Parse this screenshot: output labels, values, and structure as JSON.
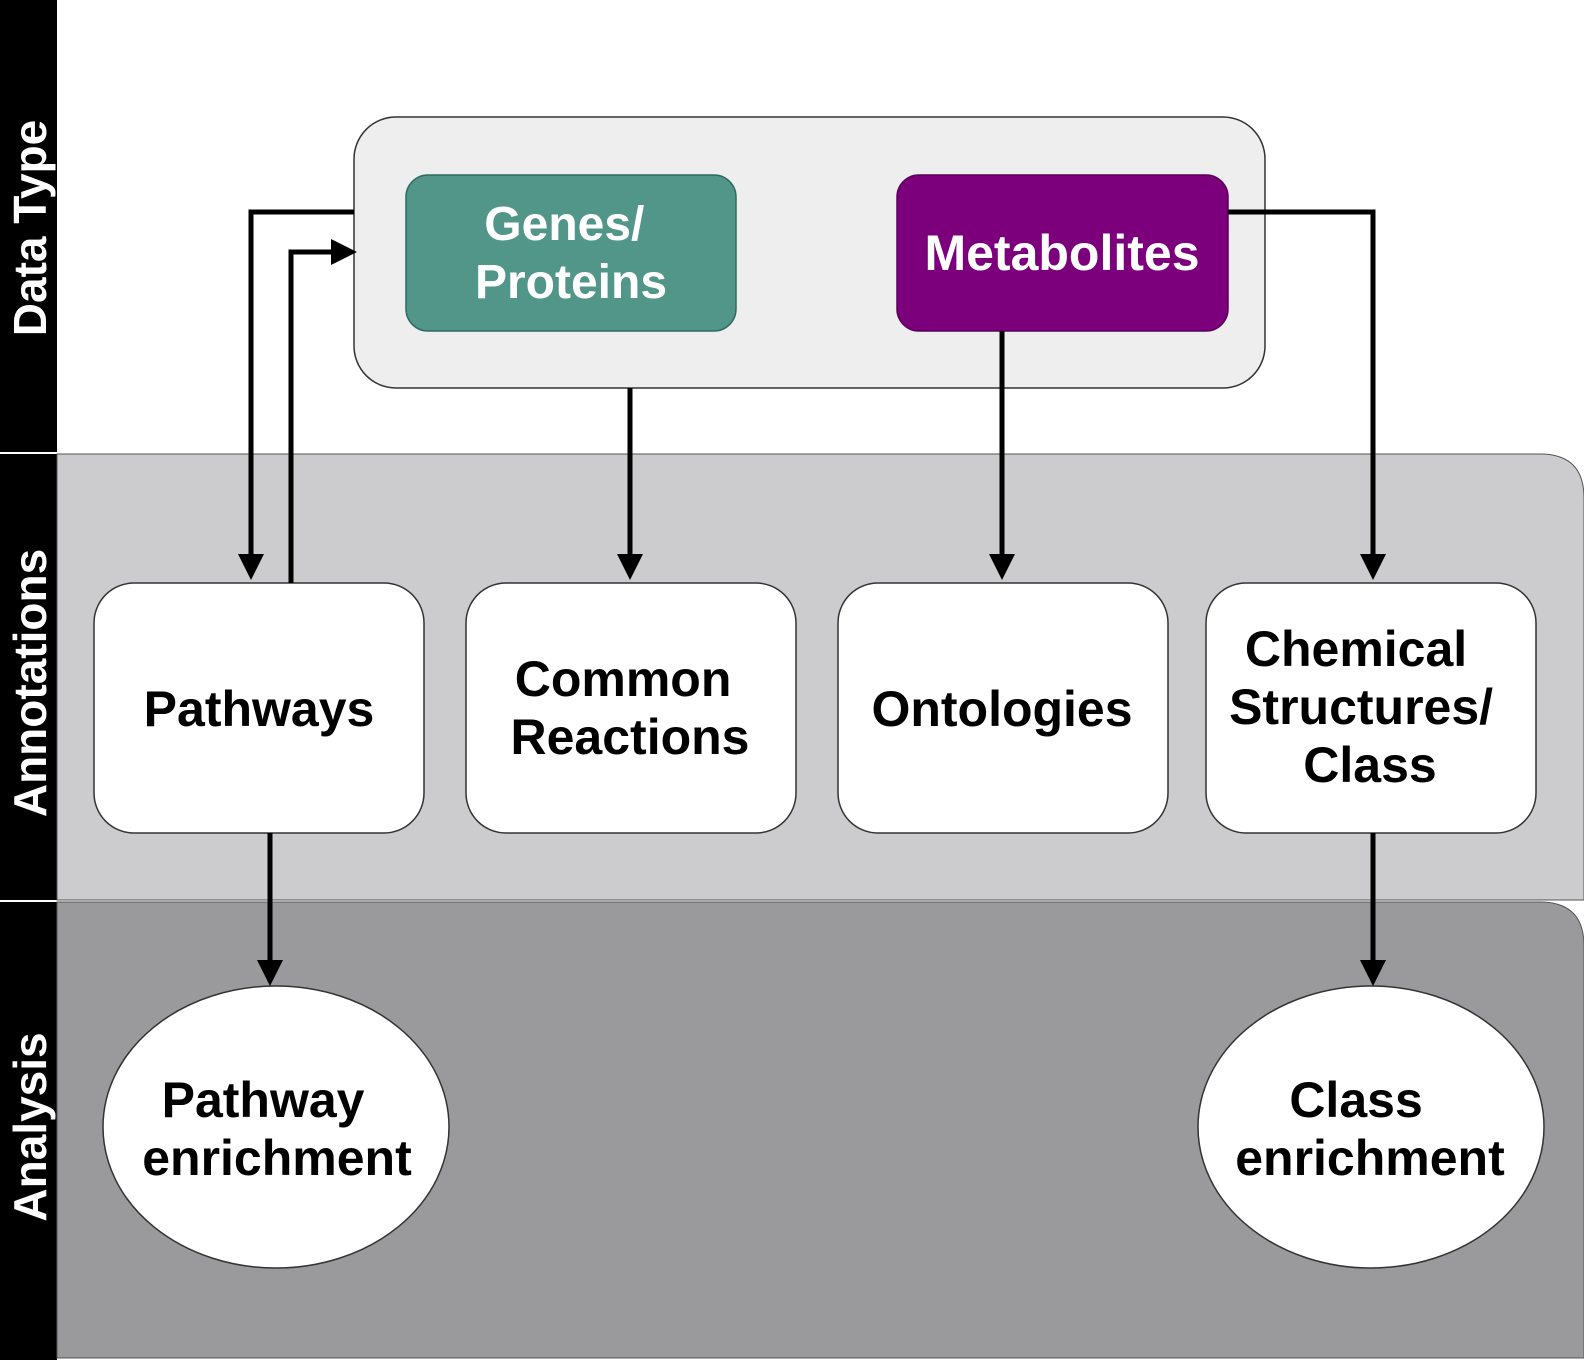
{
  "lanes": [
    {
      "label": "Data Type"
    },
    {
      "label": "Annotations"
    },
    {
      "label": "Analysis"
    }
  ],
  "data_types": {
    "genes": {
      "label_lines": [
        "Genes/",
        "Proteins"
      ],
      "color": "#52968a"
    },
    "metabolites": {
      "label_lines": [
        "Metabolites"
      ],
      "color": "#7c007c"
    }
  },
  "annotations": [
    {
      "label_lines": [
        "Pathways"
      ]
    },
    {
      "label_lines": [
        "Common",
        "Reactions"
      ]
    },
    {
      "label_lines": [
        "Ontologies"
      ]
    },
    {
      "label_lines": [
        "Chemical",
        "Structures/",
        "Class"
      ]
    }
  ],
  "analysis": [
    {
      "label_lines": [
        "Pathway",
        "enrichment"
      ]
    },
    {
      "label_lines": [
        "Class",
        "enrichment"
      ]
    }
  ],
  "colors": {
    "lane_label_bg": "#000000",
    "data_type_container": "#efeeef",
    "annotations_band": "#cccbcd",
    "analysis_band": "#9a999b",
    "node_fill": "#ffffff",
    "arrow": "#000000"
  }
}
